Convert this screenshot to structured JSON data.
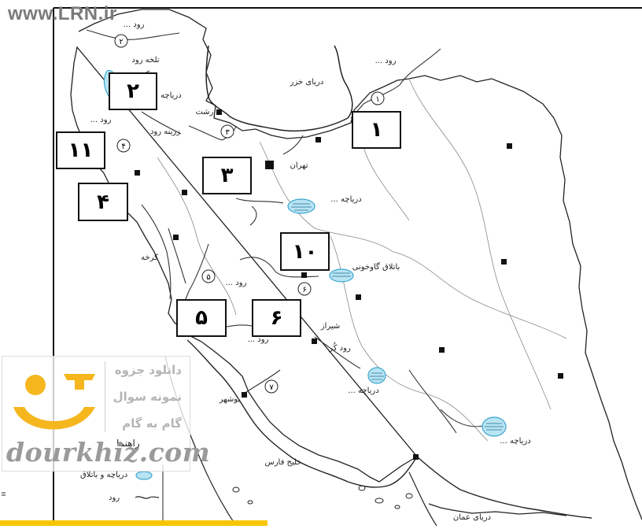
{
  "watermark": {
    "top_text": "www.LRN.ir",
    "line1": "دانلود جزوه",
    "line2": "نمونه سوال",
    "line3": "گام به گام",
    "brand": "dourkhiz.com",
    "logo_color": "#f5b61e"
  },
  "legend": {
    "title": "راهنما",
    "lake_label": "دریاچه و باتلاق",
    "river_label": "رود"
  },
  "number_boxes": [
    "۱",
    "۲",
    "۳",
    "۴",
    "۵",
    "۶",
    "۱۰",
    "۱۱"
  ],
  "circled_numbers": [
    "۱",
    "۲",
    "۳",
    "۴",
    "۵",
    "۶",
    "۷"
  ],
  "place_labels": {
    "caspian": "دریای خزر",
    "tehran": "تهران",
    "rasht": "رشت",
    "talkheh": "تلخه رود",
    "zarrineh": "زرینه رود",
    "lake_nw": "دریاچه ...",
    "river_nw": "رود ...",
    "river_top": "رود ...",
    "river_ne": "رود ...",
    "lake_center": "دریاچه ...",
    "karkheh": "کرخه",
    "river_w": "رود ...",
    "gavkhouni": "باتلاق گاوخونی",
    "river_sw": "رود ...",
    "shiraz": "شیراز",
    "kor": "رود کُر",
    "lake_s": "دریاچه ...",
    "bushehr": "بوشهر",
    "persian_gulf": "خلیج فارس",
    "lake_se": "دریاچه ...",
    "oman_sea": "دریای عمان"
  },
  "colors": {
    "lake_fill": "#b9e4f3",
    "lake_stroke": "#3aa6cf",
    "border": "#222222",
    "river": "#333333",
    "accent": "#f7c600"
  }
}
